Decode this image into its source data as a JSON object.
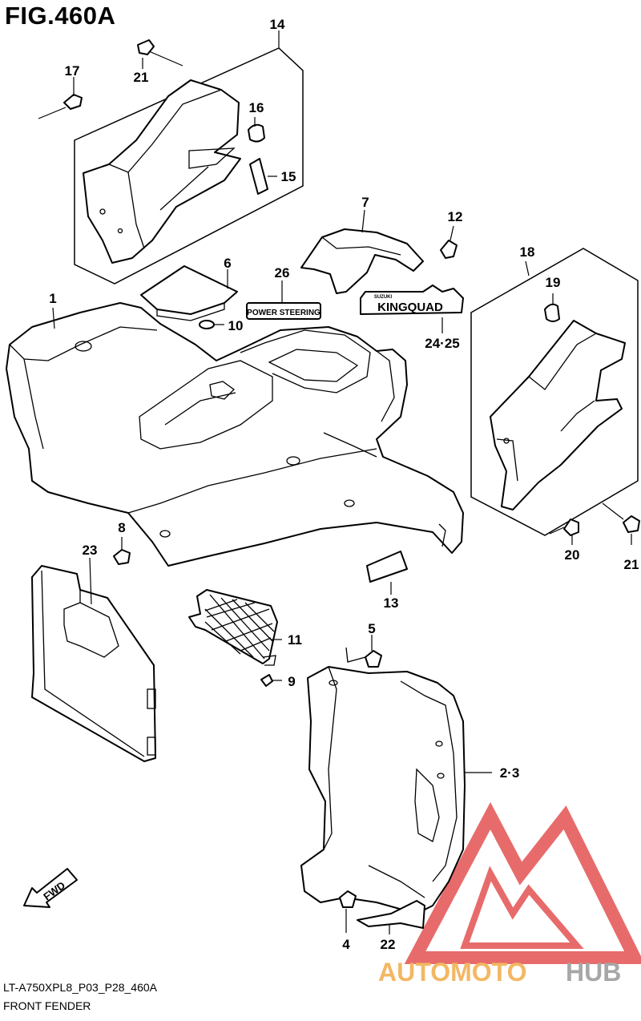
{
  "figure": {
    "title": "FIG.460A",
    "code": "LT-A750XPL8_P03_P28_460A",
    "name": "FRONT FENDER"
  },
  "callouts": {
    "c1": "1",
    "c2_3": "2·3",
    "c4": "4",
    "c5": "5",
    "c6": "6",
    "c7": "7",
    "c8": "8",
    "c9": "9",
    "c10": "10",
    "c11": "11",
    "c12": "12",
    "c13": "13",
    "c14": "14",
    "c15": "15",
    "c16": "16",
    "c17": "17",
    "c18": "18",
    "c19": "19",
    "c20": "20",
    "c21_top": "21",
    "c21_right": "21",
    "c22": "22",
    "c23": "23",
    "c24_25": "24·25",
    "c26": "26"
  },
  "decals": {
    "power_steering": "POWER STEERING",
    "kingquad": "KINGQUAD",
    "kingquad_small": "SUZUKI"
  },
  "direction_arrow": "FWD",
  "watermark": {
    "prefix": "AUTOMOTO",
    "suffix": "HUB",
    "colors": {
      "red": "#e03a3a",
      "orange": "#f0a030",
      "gray": "#8a8a8a"
    }
  }
}
